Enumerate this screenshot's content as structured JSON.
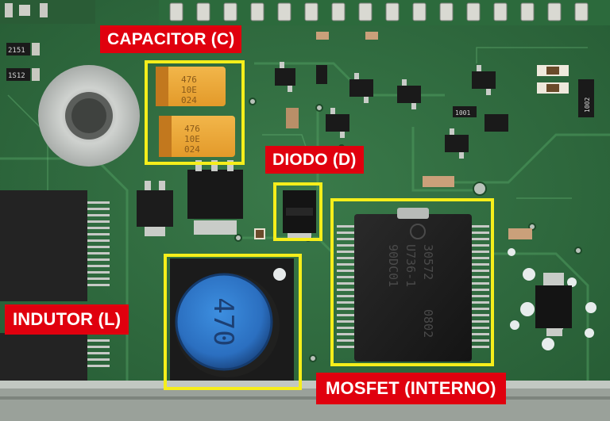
{
  "labels": {
    "capacitor": "CAPACITOR (C)",
    "diodo": "DIODO (D)",
    "indutor": "INDUTOR (L)",
    "mosfet": "MOSFET (INTERNO)"
  },
  "markings": {
    "cap1": [
      "476",
      "10E",
      "024"
    ],
    "cap2": [
      "476",
      "10E",
      "024"
    ],
    "inductor": "470",
    "chip": [
      "30572",
      "0802",
      "U736-1",
      "90DC01"
    ],
    "res_a": "2151",
    "res_b": "1S12",
    "res_c": "1001",
    "res_d": "1002"
  },
  "colors": {
    "label_bg": "#e0000e",
    "label_text": "#ffffff",
    "highlight": "#f5ee1b",
    "pcb": "#2e6a3d"
  },
  "icons": {
    "chip_logo": "bosch-logo-icon"
  }
}
